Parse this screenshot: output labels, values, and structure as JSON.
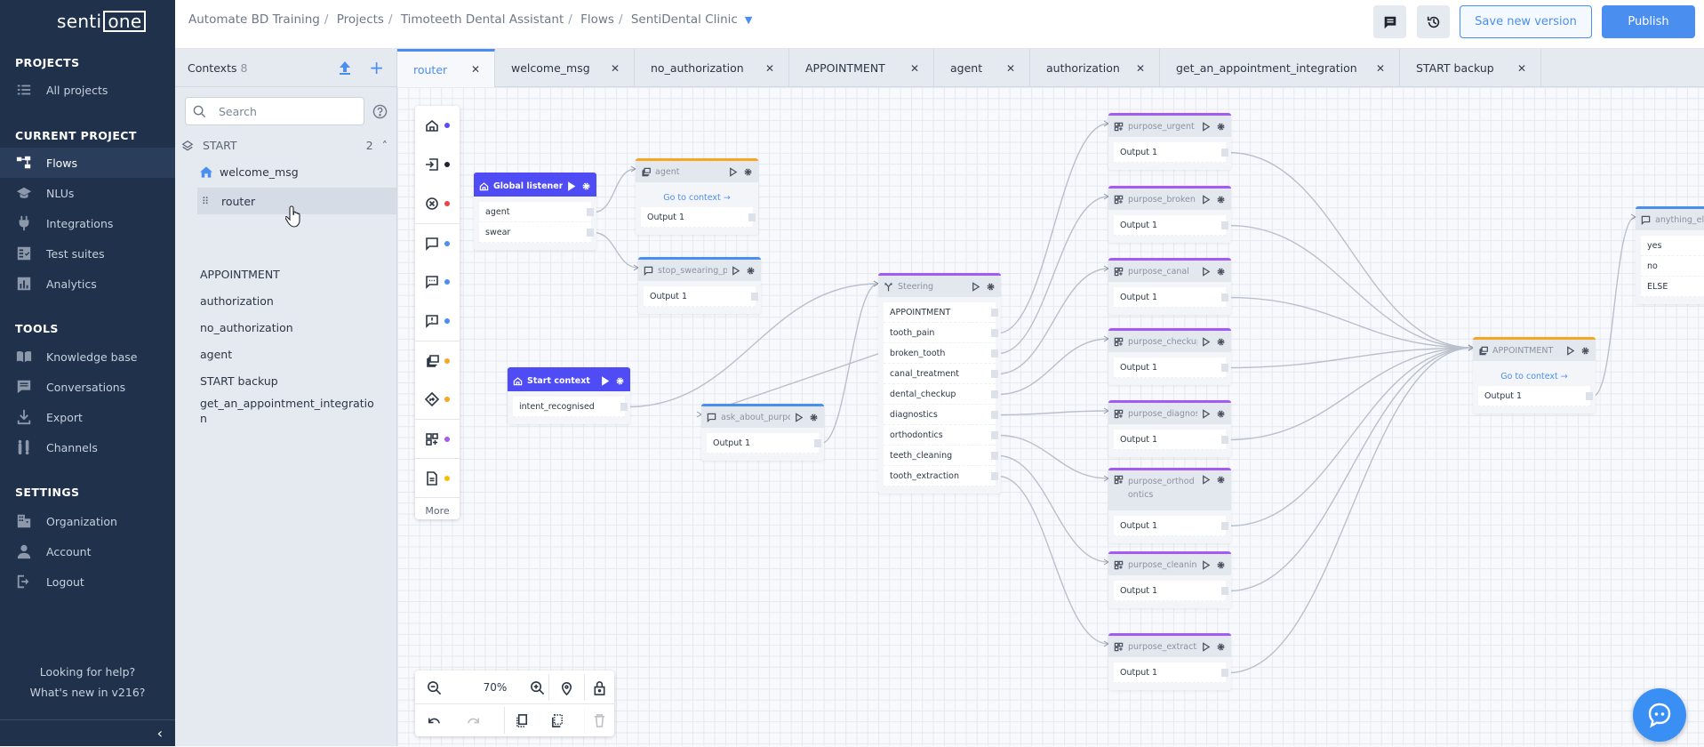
{
  "brand": {
    "logo_left": "senti",
    "logo_right": "one"
  },
  "sidebar": {
    "projects_heading": "PROJECTS",
    "all_projects": "All projects",
    "current_heading": "CURRENT PROJECT",
    "current_items": [
      {
        "label": "Flows",
        "icon": "flows-icon",
        "active": true
      },
      {
        "label": "NLUs",
        "icon": "graduation-cap-icon"
      },
      {
        "label": "Integrations",
        "icon": "plug-icon"
      },
      {
        "label": "Test suites",
        "icon": "checklist-icon"
      },
      {
        "label": "Analytics",
        "icon": "chart-icon"
      }
    ],
    "tools_heading": "TOOLS",
    "tools_items": [
      {
        "label": "Knowledge base",
        "icon": "book-icon"
      },
      {
        "label": "Conversations",
        "icon": "conversation-icon"
      },
      {
        "label": "Export",
        "icon": "download-icon"
      },
      {
        "label": "Channels",
        "icon": "channels-icon"
      }
    ],
    "settings_heading": "SETTINGS",
    "settings_items": [
      {
        "label": "Organization",
        "icon": "building-icon"
      },
      {
        "label": "Account",
        "icon": "user-icon"
      },
      {
        "label": "Logout",
        "icon": "logout-icon"
      }
    ],
    "help": "Looking for help?",
    "whats_new": "What's new in v216?"
  },
  "breadcrumb": [
    "Automate BD Training",
    "Projects",
    "Timoteeth Dental Assistant",
    "Flows",
    "SentiDental Clinic"
  ],
  "toolbar": {
    "save_label": "Save new version",
    "publish_label": "Publish"
  },
  "contexts": {
    "title": "Contexts",
    "count": "8",
    "search_placeholder": "Search",
    "group": {
      "label": "START",
      "count": "2"
    },
    "group_items": [
      {
        "label": "welcome_msg",
        "icon": "home-icon"
      },
      {
        "label": "router",
        "icon": "drag-handle-icon",
        "selected": true
      }
    ],
    "items": [
      "APPOINTMENT",
      "authorization",
      "no_authorization",
      "agent",
      "START backup",
      "get_an_appointment_integratio",
      "n"
    ]
  },
  "tabs": [
    {
      "label": "router",
      "active": true
    },
    {
      "label": "welcome_msg"
    },
    {
      "label": "no_authorization"
    },
    {
      "label": "APPOINTMENT"
    },
    {
      "label": "agent"
    },
    {
      "label": "authorization"
    },
    {
      "label": "get_an_appointment_integration"
    },
    {
      "label": "START backup"
    }
  ],
  "palette": {
    "items": [
      {
        "icon": "home-icon",
        "color": "#5b4cf5"
      },
      {
        "icon": "enter-icon",
        "color": "#1f2430"
      },
      {
        "icon": "close-circle-icon",
        "color": "#f0424a"
      },
      {
        "icon": "message-icon",
        "color": "#4a8ff0"
      },
      {
        "icon": "message-dots-icon",
        "color": "#4a8ff0"
      },
      {
        "icon": "message-alert-icon",
        "color": "#4a8ff0"
      },
      {
        "icon": "context-switch-icon",
        "color": "#f5a623"
      },
      {
        "icon": "route-icon",
        "color": "#f5a623"
      },
      {
        "icon": "grid-plus-icon",
        "color": "#a35bf0"
      },
      {
        "icon": "document-icon",
        "color": "#f5c000"
      }
    ],
    "more_label": "More"
  },
  "zoom": {
    "level": "70%"
  },
  "canvas": {
    "goto_label": "Go to context →",
    "nodes": [
      {
        "title": "Global listener",
        "type": "listener",
        "rows": [
          "agent",
          "swear"
        ]
      },
      {
        "title": "agent",
        "type": "context",
        "rows": [
          "Output 1"
        ]
      },
      {
        "title": "stop_swearing_pls",
        "type": "message",
        "rows": [
          "Output 1"
        ]
      },
      {
        "title": "Start context",
        "type": "listener",
        "rows": [
          "intent_recognised"
        ]
      },
      {
        "title": "ask_about_purpose",
        "type": "message",
        "rows": [
          "Output 1"
        ]
      },
      {
        "title": "Steering",
        "type": "steering",
        "rows": [
          "APPOINTMENT",
          "tooth_pain",
          "broken_tooth",
          "canal_treatment",
          "dental_checkup",
          "diagnostics",
          "orthodontics",
          "teeth_cleaning",
          "tooth_extraction"
        ]
      },
      {
        "title": "purpose_urgent",
        "type": "intent",
        "rows": [
          "Output 1"
        ]
      },
      {
        "title": "purpose_broken",
        "type": "intent",
        "rows": [
          "Output 1"
        ]
      },
      {
        "title": "purpose_canal",
        "type": "intent",
        "rows": [
          "Output 1"
        ]
      },
      {
        "title": "purpose_checkup",
        "type": "intent",
        "rows": [
          "Output 1"
        ]
      },
      {
        "title": "purpose_diagnostics",
        "type": "intent",
        "rows": [
          "Output 1"
        ]
      },
      {
        "title": "purpose_orthodontics",
        "type": "intent",
        "rows": [
          "Output 1"
        ]
      },
      {
        "title": "purpose_cleaning",
        "type": "intent",
        "rows": [
          "Output 1"
        ]
      },
      {
        "title": "purpose_extraction",
        "type": "intent",
        "rows": [
          "Output 1"
        ]
      },
      {
        "title": "APPOINTMENT",
        "type": "context",
        "rows": [
          "Output 1"
        ]
      },
      {
        "title": "anything_else",
        "type": "message",
        "rows": [
          "yes",
          "no",
          "ELSE"
        ]
      }
    ],
    "edges": [
      {
        "from": "Global listener",
        "port": "agent",
        "to": "agent"
      },
      {
        "from": "Global listener",
        "port": "swear",
        "to": "stop_swearing_pls"
      },
      {
        "from": "Start context",
        "port": "intent_recognised",
        "to": "Steering"
      },
      {
        "from": "ask_about_purpose",
        "port": "Output 1",
        "to": "Steering"
      },
      {
        "from": "Steering",
        "port": "APPOINTMENT",
        "to": "ask_about_purpose"
      },
      {
        "from": "Steering",
        "port": "tooth_pain",
        "to": "purpose_urgent"
      },
      {
        "from": "Steering",
        "port": "broken_tooth",
        "to": "purpose_broken"
      },
      {
        "from": "Steering",
        "port": "canal_treatment",
        "to": "purpose_canal"
      },
      {
        "from": "Steering",
        "port": "dental_checkup",
        "to": "purpose_checkup"
      },
      {
        "from": "Steering",
        "port": "diagnostics",
        "to": "purpose_diagnostics"
      },
      {
        "from": "Steering",
        "port": "orthodontics",
        "to": "purpose_orthodontics"
      },
      {
        "from": "Steering",
        "port": "teeth_cleaning",
        "to": "purpose_cleaning"
      },
      {
        "from": "Steering",
        "port": "tooth_extraction",
        "to": "purpose_extraction"
      },
      {
        "from": "purpose_urgent",
        "port": "Output 1",
        "to": "APPOINTMENT"
      },
      {
        "from": "purpose_broken",
        "port": "Output 1",
        "to": "APPOINTMENT"
      },
      {
        "from": "purpose_canal",
        "port": "Output 1",
        "to": "APPOINTMENT"
      },
      {
        "from": "purpose_checkup",
        "port": "Output 1",
        "to": "APPOINTMENT"
      },
      {
        "from": "purpose_diagnostics",
        "port": "Output 1",
        "to": "APPOINTMENT"
      },
      {
        "from": "purpose_orthodontics",
        "port": "Output 1",
        "to": "APPOINTMENT"
      },
      {
        "from": "purpose_cleaning",
        "port": "Output 1",
        "to": "APPOINTMENT"
      },
      {
        "from": "purpose_extraction",
        "port": "Output 1",
        "to": "APPOINTMENT"
      },
      {
        "from": "APPOINTMENT",
        "port": "Output 1",
        "to": "anything_else"
      }
    ]
  },
  "colors": {
    "sidebar": "#20314b",
    "accent": "#4a8ff0",
    "listener": "#4f4cf5",
    "intent": "#a35bf0",
    "context": "#f5a623"
  }
}
